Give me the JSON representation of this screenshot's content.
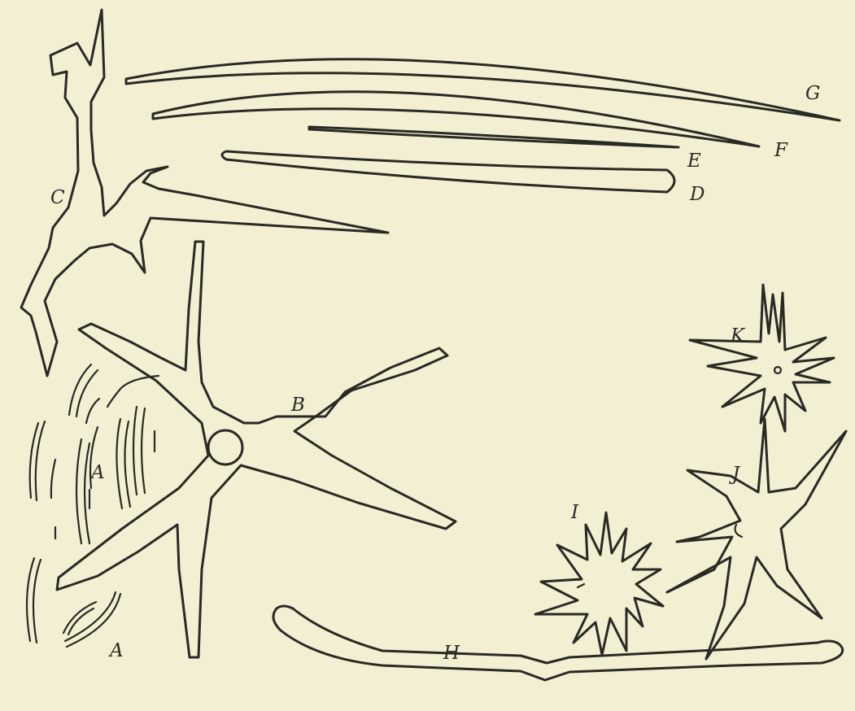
{
  "figure": {
    "labels": {
      "A1": "A",
      "A2": "A",
      "B": "B",
      "C": "C",
      "D": "D",
      "E": "E",
      "F": "F",
      "G": "G",
      "H": "H",
      "I": "I",
      "J": "J",
      "K": "K"
    }
  },
  "colors": {
    "paper": "#f2efd3",
    "ink": "#2a2a24"
  }
}
